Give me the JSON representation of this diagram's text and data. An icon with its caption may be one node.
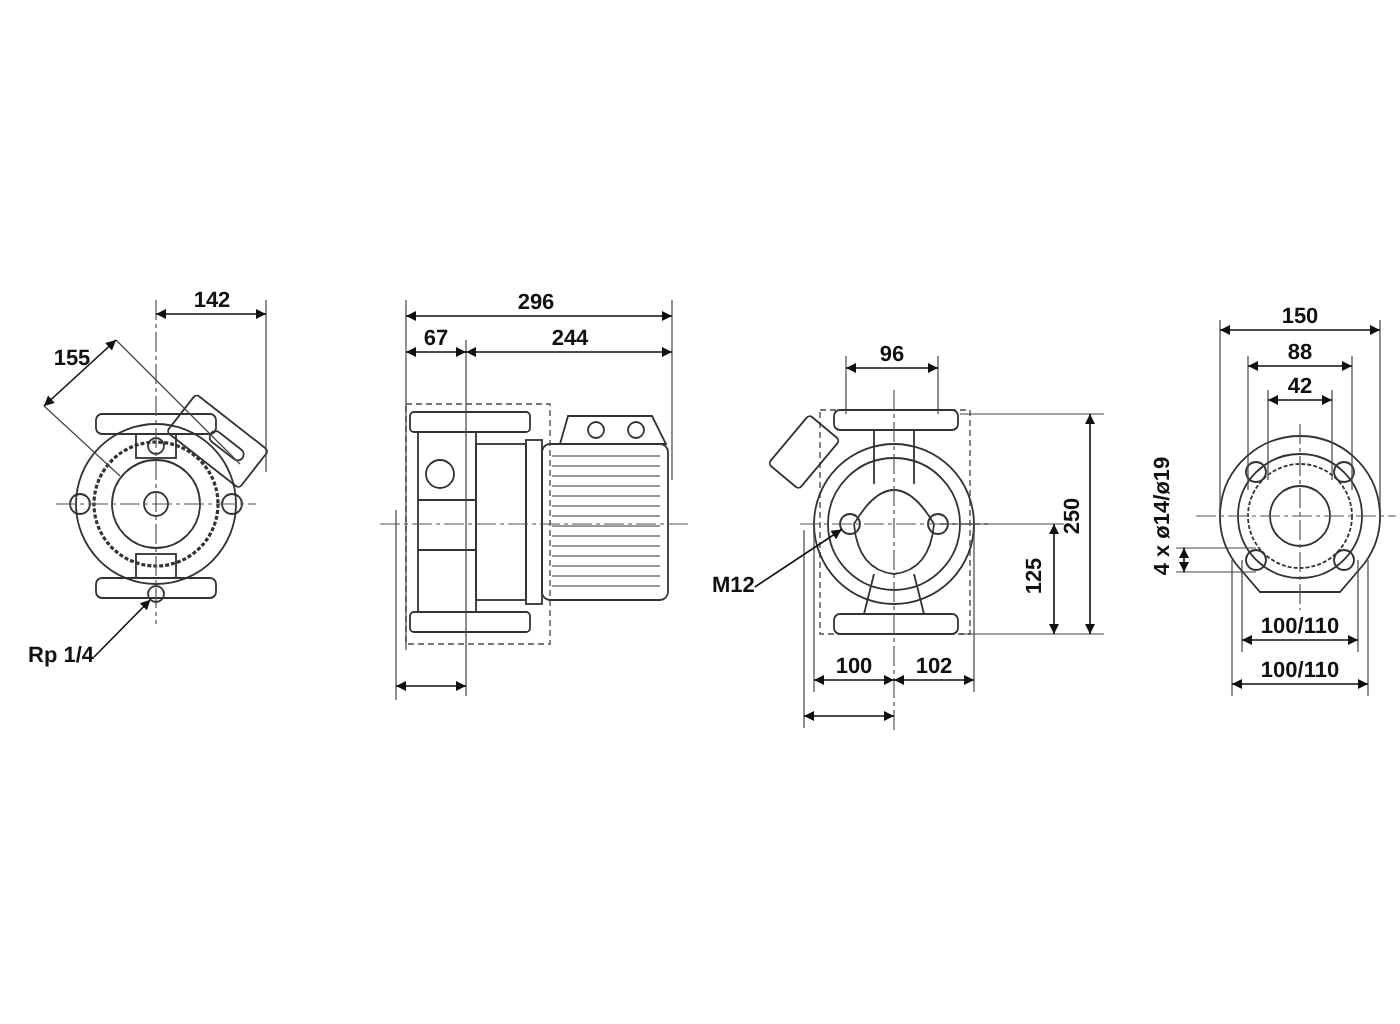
{
  "diagram": {
    "nodes": [
      {
        "text": [
          "Rp 1/4"
        ]
      },
      {
        "text": [],
        "shape": "circle"
      },
      {
        "text": [
          "M12"
        ]
      },
      {
        "text": [],
        "shape": "circle"
      }
    ],
    "edges": [
      {
        "from": 0,
        "to": 1,
        "arrow": "to"
      },
      {
        "from": 2,
        "to": 3,
        "arrow": "to"
      }
    ],
    "labels": [
      "142",
      "155",
      "296",
      "67",
      "244",
      "96",
      "250",
      "125",
      "100",
      "102",
      "150",
      "88",
      "42",
      "4 x ø14/ø19",
      "100/110",
      "100/110"
    ]
  }
}
